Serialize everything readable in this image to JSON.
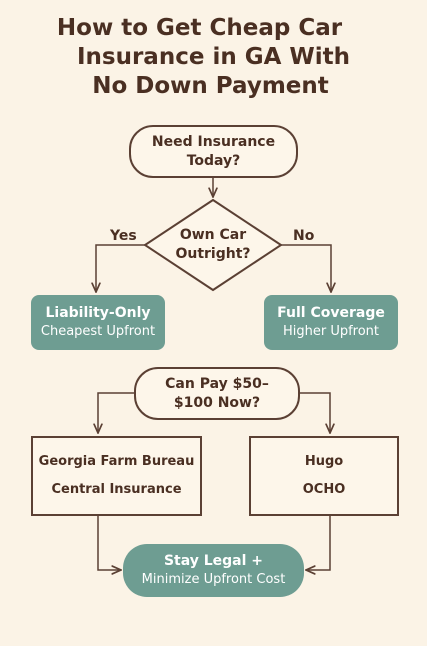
{
  "title": {
    "line1": "How to Get Cheap Car",
    "line2": "Insurance in GA With",
    "line3": "No Down Payment"
  },
  "start": {
    "line1": "Need Insurance",
    "line2": "Today?"
  },
  "decision1": {
    "line1": "Own Car",
    "line2": "Outright?",
    "yes": "Yes",
    "no": "No"
  },
  "liability": {
    "title": "Liability-Only",
    "subtitle": "Cheapest Upfront"
  },
  "full": {
    "title": "Full Coverage",
    "subtitle": "Higher Upfront"
  },
  "pay": {
    "line1": "Can Pay $50–",
    "line2": "$100 Now?"
  },
  "left_options": {
    "line1": "Georgia Farm Bureau",
    "line2": "Central Insurance"
  },
  "right_options": {
    "line1": "Hugo",
    "line2": "OCHO"
  },
  "final": {
    "line1": "Stay Legal +",
    "line2": "Minimize Upfront Cost"
  },
  "colors": {
    "background": "#fbf3e6",
    "text": "#4a2f22",
    "teal": "#6e9d92",
    "outline": "#5b4034"
  }
}
